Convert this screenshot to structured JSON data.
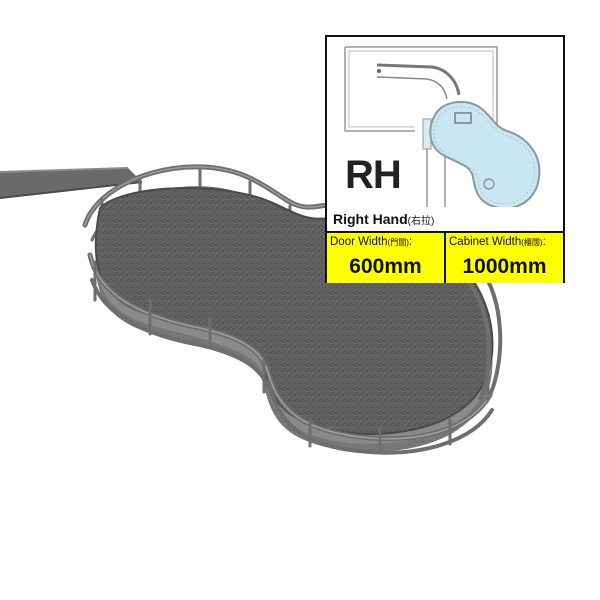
{
  "product": {
    "name": "kidney-shaped carpeted swing-out corner shelf"
  },
  "panel": {
    "hand_code": "RH",
    "hand_label": "Right Hand",
    "hand_label_sub": "(右拉)",
    "door_width": {
      "label": "Door Width",
      "label_sub": "(門闊)",
      "colon": ":",
      "value": "600mm"
    },
    "cabinet_width": {
      "label": "Cabinet Width",
      "label_sub": "(櫃闊)",
      "colon": ":",
      "value": "1000mm"
    }
  },
  "colors": {
    "spec_highlight": "#ffff00",
    "diagram_fill": "#c9e6f2",
    "frame_metal": "#6e6e6e",
    "carpet": "#5f5f5f"
  }
}
